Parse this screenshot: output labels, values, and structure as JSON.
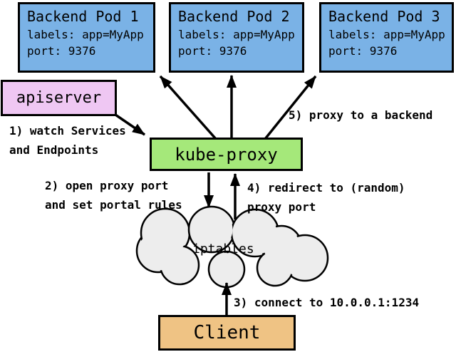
{
  "colors": {
    "pod_fill": "#7AB2E6",
    "apiserver_fill": "#EFC7F3",
    "kube_proxy_fill": "#A5E87A",
    "client_fill": "#EFC384",
    "cloud_fill": "#EDEDED",
    "border": "#000000",
    "background": "#FFFFFF"
  },
  "nodes": {
    "pods": [
      {
        "title": "Backend Pod 1",
        "labels": "labels: app=MyApp",
        "port": "port: 9376"
      },
      {
        "title": "Backend Pod 2",
        "labels": "labels: app=MyApp",
        "port": "port: 9376"
      },
      {
        "title": "Backend Pod 3",
        "labels": "labels: app=MyApp",
        "port": "port: 9376"
      }
    ],
    "apiserver": "apiserver",
    "kube_proxy": "kube-proxy",
    "iptables": "iptables",
    "client": "Client"
  },
  "annotations": {
    "step1_line1": "1) watch Services",
    "step1_line2": "and Endpoints",
    "step2_line1": "2) open proxy port",
    "step2_line2": "and set portal rules",
    "step3": "3) connect to 10.0.0.1:1234",
    "step4_line1": "4) redirect to (random)",
    "step4_line2": "proxy port",
    "step5": "5) proxy to a backend"
  }
}
